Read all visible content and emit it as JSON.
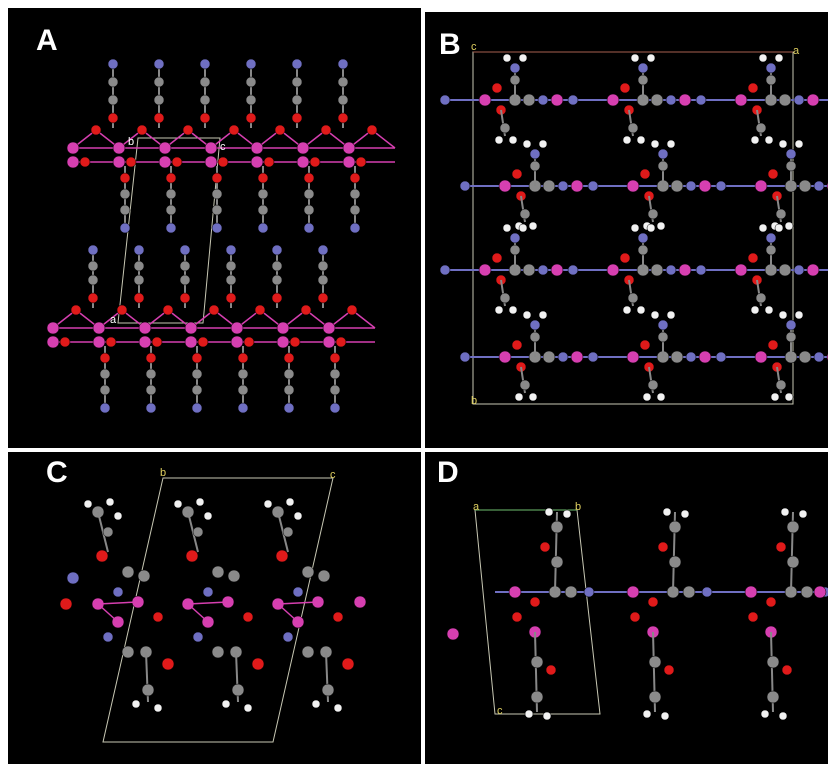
{
  "panels": [
    {
      "letter": "A",
      "axes": {
        "b": "b",
        "c": "c",
        "a": "a"
      }
    },
    {
      "letter": "B",
      "axes": {
        "c": "c",
        "a": "a",
        "b": "b"
      }
    },
    {
      "letter": "C",
      "axes": {
        "b": "b",
        "c": "c"
      }
    },
    {
      "letter": "D",
      "axes": {
        "a": "a",
        "b": "b",
        "c": "c"
      }
    }
  ],
  "colors": {
    "background": "#000000",
    "metal": "#d63fb0",
    "oxygen": "#e01a1a",
    "nitrogen": "#6f6fc2",
    "carbon": "#8a8a8a",
    "hydrogen": "#f2f2f2",
    "cell_line": "#c8c8b4"
  }
}
